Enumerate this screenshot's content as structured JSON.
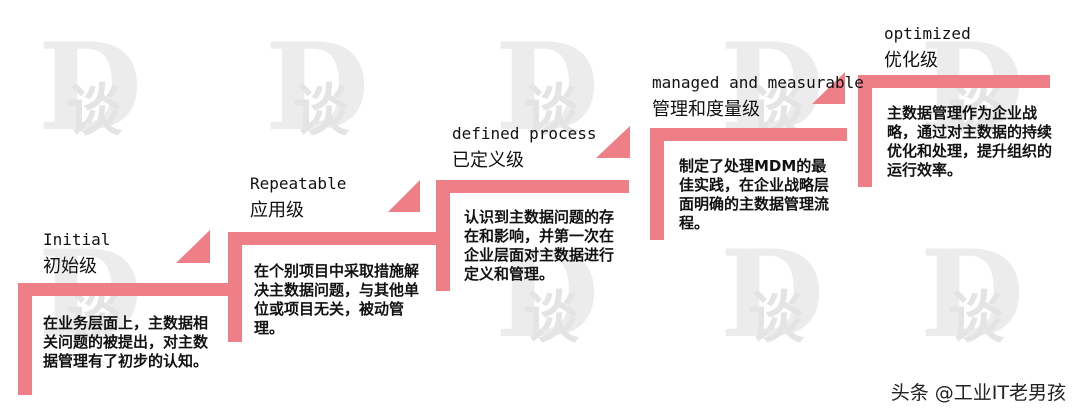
{
  "colors": {
    "step": "#ef7f86",
    "text": "#111111",
    "watermark": "#ececec"
  },
  "watermark": {
    "letter": "D",
    "char": "谈"
  },
  "levels": [
    {
      "en": "Initial",
      "cn": "初始级",
      "desc": "在业务层面上，主数据相关问题的被提出，对主数据管理有了初步的认知。"
    },
    {
      "en": "Repeatable",
      "cn": "应用级",
      "desc": "在个别项目中采取措施解决主数据问题，与其他单位或项目无关，被动管理。"
    },
    {
      "en": "defined process",
      "cn": "已定义级",
      "desc": "认识到主数据问题的存在和影响，并第一次在企业层面对主数据进行定义和管理。"
    },
    {
      "en": "managed and measurable",
      "cn": "管理和度量级",
      "desc": "制定了处理MDM的最佳实践，在企业战略层面明确的主数据管理流程。"
    },
    {
      "en": "optimized",
      "cn": "优化级",
      "desc": "主数据管理作为企业战略，通过对主数据的持续优化和处理，提升组织的运行效率。"
    }
  ],
  "credit": "头条 @工业IT老男孩"
}
